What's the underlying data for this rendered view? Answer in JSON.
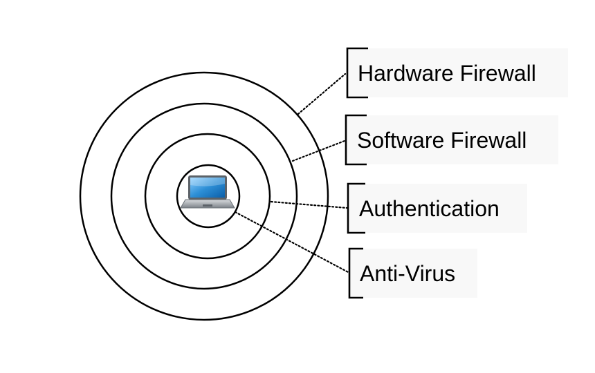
{
  "diagram": {
    "center_icon": "laptop-icon",
    "layers": [
      {
        "label": "Hardware Firewall"
      },
      {
        "label": "Software Firewall"
      },
      {
        "label": "Authentication"
      },
      {
        "label": "Anti-Virus"
      }
    ]
  },
  "colors": {
    "line": "#000000",
    "label_background": "#f8f8f8",
    "screen": "#2d8fd6",
    "laptop_body": "#9aa0a6"
  }
}
